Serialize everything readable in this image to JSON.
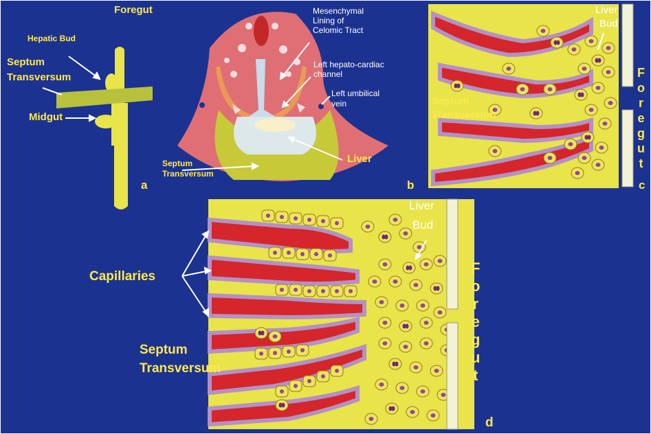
{
  "panels": {
    "a": {
      "letter": "a",
      "foregut": "Foregut",
      "hepatic_bud": "Hepatic Bud",
      "septum_1": "Septum",
      "septum_2": "Transversum",
      "midgut": "Midgut"
    },
    "b": {
      "letter": "b",
      "mesenchymal_1": "Mesenchymal",
      "mesenchymal_2": "Lining of",
      "mesenchymal_3": "Celomic Tract",
      "hepatocardiac_1": "Left hepato-cardiac",
      "hepatocardiac_2": "channel",
      "umbilical_1": "Left umbilical",
      "umbilical_2": "vein",
      "liver": "Liver",
      "septum_1": "Septum",
      "septum_2": "Transversum"
    },
    "c": {
      "letter": "c",
      "liver_1": "Liver",
      "liver_2": "Bud",
      "septum_1": "Septum",
      "septum_2": "Transversum",
      "foregut_letters": [
        "F",
        "o",
        "r",
        "e",
        "g",
        "u",
        "t"
      ]
    },
    "d": {
      "letter": "d",
      "liver_1": "Liver",
      "liver_2": "Bud",
      "capillaries": "Capillaries",
      "septum_1": "Septum",
      "septum_2": "Transversum",
      "foregut_letters": [
        "F",
        "o",
        "r",
        "e",
        "g",
        "u",
        "t"
      ]
    }
  },
  "colors": {
    "background": "#1c3290",
    "tissue_yellow": "#e8e449",
    "capillary_red": "#d4262b",
    "lining_purple": "#b391c6",
    "body_pink": "#df6f74",
    "liver_pale": "#dde8ea",
    "label_yellow": "#ffe94a"
  }
}
